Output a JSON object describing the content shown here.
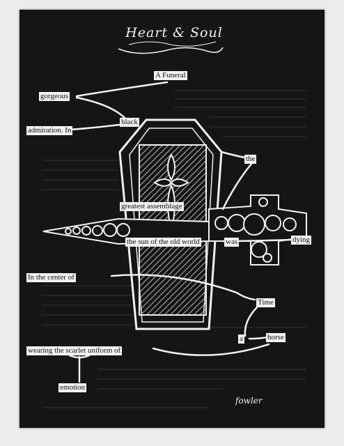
{
  "title": "Heart & Soul",
  "signature": "fowler",
  "words": {
    "funeral": "A Funeral",
    "gorgeous": "gorgeous",
    "black": "black",
    "admiration": "admiration. In",
    "the1": "the",
    "greatest": "greatest assemblage",
    "sun": "the sun of the old world",
    "was": "was",
    "dying": "dying",
    "center": "In the center of",
    "time": "Time",
    "a": "a",
    "horse": "horse",
    "wearing": "wearing the scarlet uniform of",
    "emotion": "emotion"
  },
  "colors": {
    "page": "#151515",
    "ink": "#f2f2f2",
    "background": "#ececec"
  }
}
